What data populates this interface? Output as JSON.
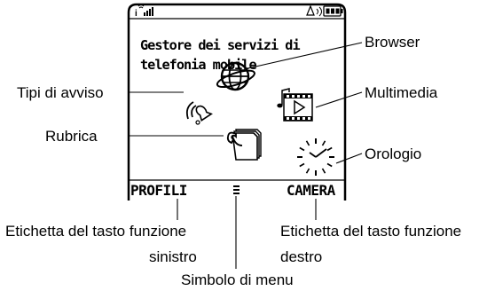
{
  "screen": {
    "title": "Gestore dei servizi di telefonia mobile",
    "left_soft_key": "PROFILI",
    "right_soft_key": "CAMERA",
    "icons": [
      "signal-icon",
      "ringer-icon",
      "battery-icon",
      "alert-bell-icon",
      "globe-browser-icon",
      "multimedia-film-icon",
      "phonebook-icon",
      "clock-icon",
      "menu-symbol-icon"
    ]
  },
  "callouts": {
    "browser": "Browser",
    "alert_types": "Tipi di avviso",
    "multimedia": "Multimedia",
    "phonebook": "Rubrica",
    "clock": "Orologio",
    "left_label": [
      "Etichetta del tasto funzione",
      "sinistro"
    ],
    "right_label": [
      "Etichetta del tasto funzione",
      "destro"
    ],
    "menu_symbol": "Simbolo di menu"
  }
}
